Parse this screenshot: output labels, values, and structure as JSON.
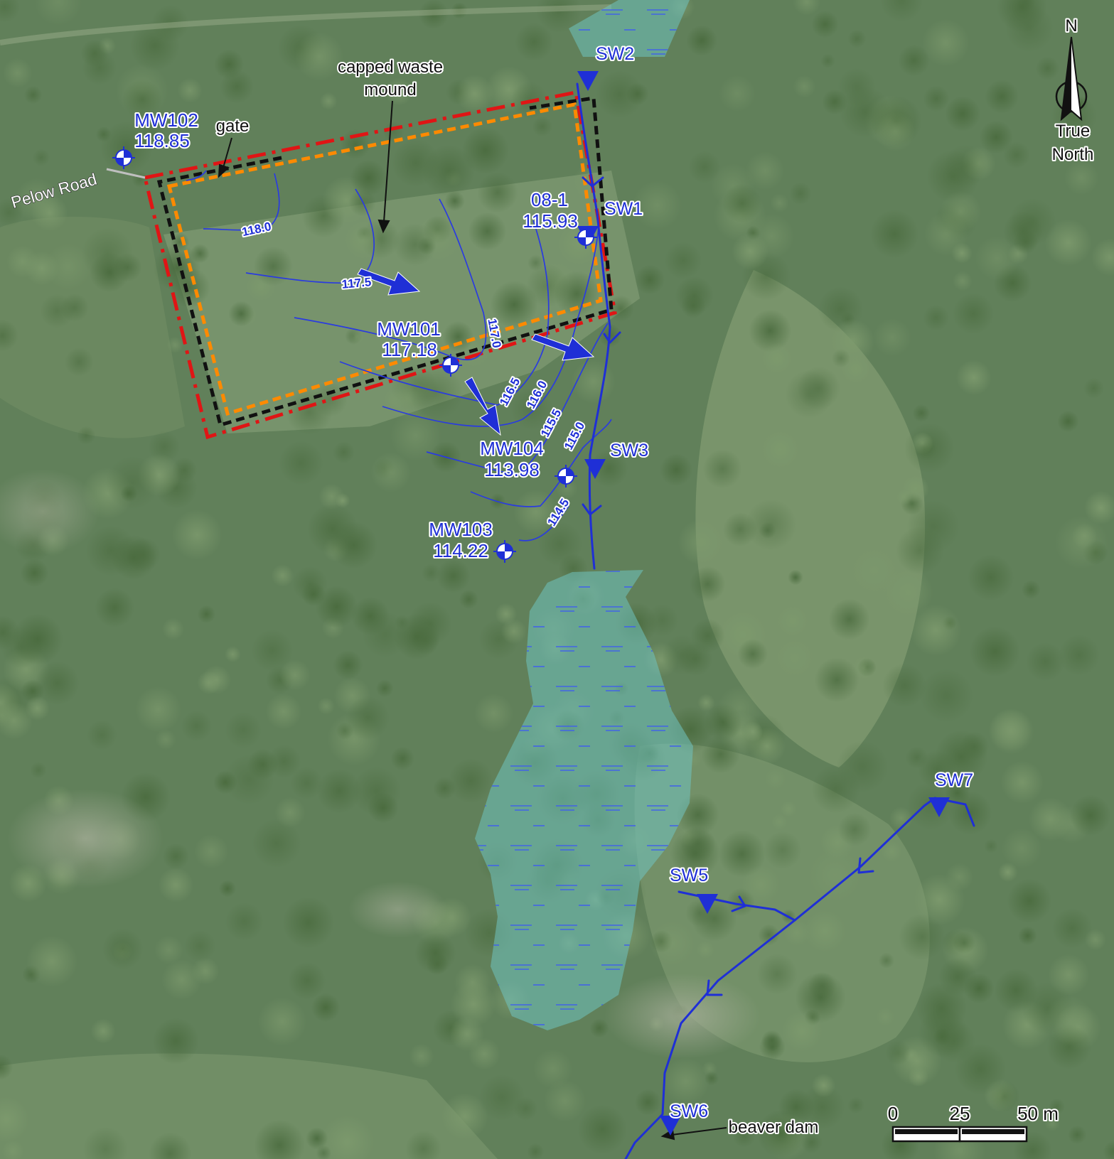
{
  "title": "",
  "colors": {
    "stream": "#1f2fd6",
    "contour": "#2a3be0",
    "flow_arrow": "#1f2fd6",
    "wetland": "#6fc3c0",
    "boundary_red": "#e01515",
    "boundary_black": "#111111",
    "boundary_orange": "#ff8a00",
    "label_blue": "#1f2fd6"
  },
  "labels": {
    "road": "Pelow Road",
    "gate": "gate",
    "mound_line1": "capped waste",
    "mound_line2": "mound",
    "beaver_dam": "beaver dam"
  },
  "monitoring_wells": [
    {
      "id": "MW102",
      "elevation": "118.85"
    },
    {
      "id": "MW101",
      "elevation": "117.18"
    },
    {
      "id": "08-1",
      "elevation": "115.93"
    },
    {
      "id": "MW104",
      "elevation": "113.98"
    },
    {
      "id": "MW103",
      "elevation": "114.22"
    }
  ],
  "surface_water_stations": [
    "SW1",
    "SW2",
    "SW3",
    "SW5",
    "SW6",
    "SW7"
  ],
  "contours": [
    "118.0",
    "117.5",
    "117.0",
    "116.5",
    "116.0",
    "115.5",
    "115.0",
    "114.5"
  ],
  "north_arrow": {
    "letter": "N",
    "line1": "True",
    "line2": "North"
  },
  "scale_bar": {
    "ticks": [
      "0",
      "25",
      "50 m"
    ]
  },
  "icons": {
    "well": "monitoring-well-symbol",
    "station": "triangle-down-icon",
    "north": "north-arrow-icon"
  }
}
